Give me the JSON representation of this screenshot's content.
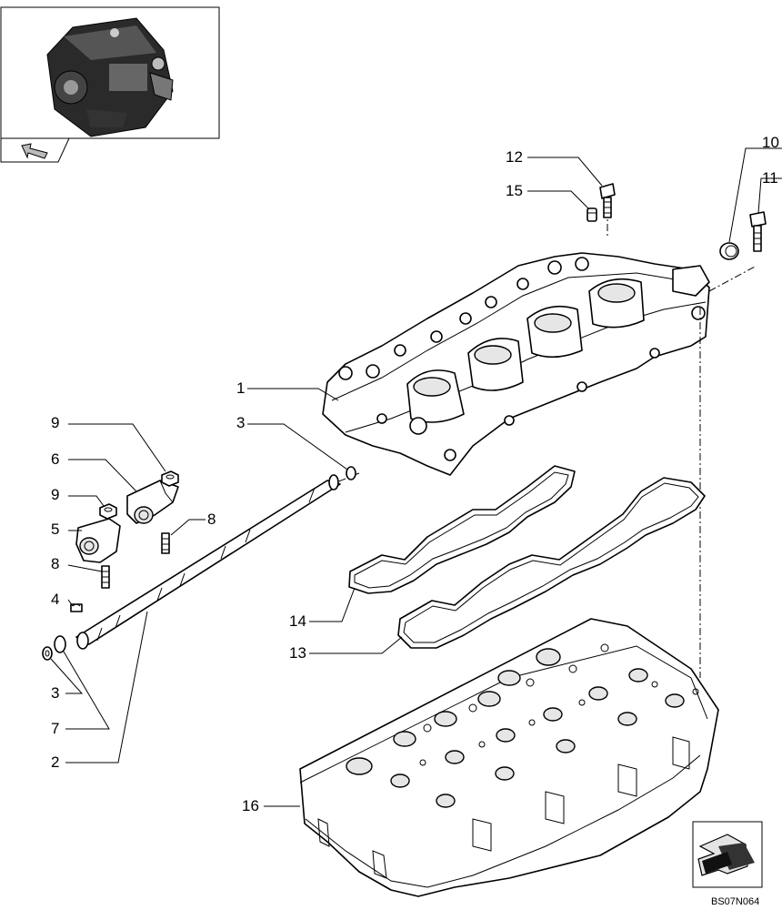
{
  "callouts": [
    {
      "id": "c12a",
      "label": "12"
    },
    {
      "id": "c15",
      "label": "15"
    },
    {
      "id": "c10",
      "label": "10"
    },
    {
      "id": "c11",
      "label": "11"
    },
    {
      "id": "c1",
      "label": "1"
    },
    {
      "id": "c3a",
      "label": "3"
    },
    {
      "id": "c9a",
      "label": "9"
    },
    {
      "id": "c6",
      "label": "6"
    },
    {
      "id": "c9b",
      "label": "9"
    },
    {
      "id": "c5",
      "label": "5"
    },
    {
      "id": "c8a",
      "label": "8"
    },
    {
      "id": "c8b",
      "label": "8"
    },
    {
      "id": "c4",
      "label": "4"
    },
    {
      "id": "c3b",
      "label": "3"
    },
    {
      "id": "c7",
      "label": "7"
    },
    {
      "id": "c2",
      "label": "2"
    },
    {
      "id": "c14",
      "label": "14"
    },
    {
      "id": "c13",
      "label": "13"
    },
    {
      "id": "c16",
      "label": "16"
    }
  ],
  "drawing_code": "BS07N064",
  "icons": {
    "locator": "engine-thumbnail-icon",
    "nav_back": "arrow-back-icon",
    "nav_next": "arrow-next-icon"
  }
}
